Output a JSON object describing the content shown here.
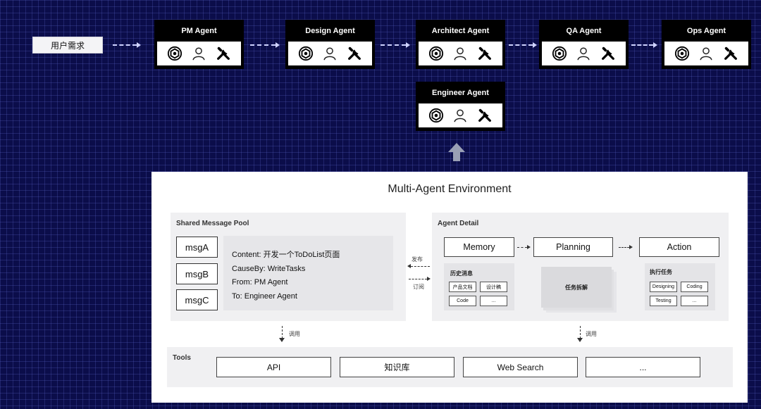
{
  "user_requirement": "用户需求",
  "agents": {
    "pm": "PM Agent",
    "design": "Design Agent",
    "architect": "Architect Agent",
    "qa": "QA Agent",
    "ops": "Ops Agent",
    "engineer": "Engineer Agent"
  },
  "environment": {
    "title": "Multi-Agent Environment",
    "message_pool": {
      "title": "Shared Message Pool",
      "messages": [
        "msgA",
        "msgB",
        "msgC"
      ],
      "detail": {
        "content": "Content: 开发一个ToDoList页面",
        "cause_by": "CauseBy: WriteTasks",
        "from": "From:  PM Agent",
        "to": "To:  Engineer Agent"
      }
    },
    "publish_label": "发布",
    "subscribe_label": "订阅",
    "agent_detail": {
      "title": "Agent Detail",
      "memory": "Memory",
      "planning": "Planning",
      "action": "Action",
      "memory_sub": {
        "title": "历史消息",
        "items": [
          "产品文档",
          "设计稿",
          "Code",
          "..."
        ]
      },
      "planning_sub": "任务拆解",
      "action_sub": {
        "title": "执行任务",
        "items": [
          "Designing",
          "Coding",
          "Testing",
          "..."
        ]
      }
    },
    "call_label": "调用",
    "tools": {
      "title": "Tools",
      "items": [
        "API",
        "知识库",
        "Web Search",
        "..."
      ]
    }
  }
}
